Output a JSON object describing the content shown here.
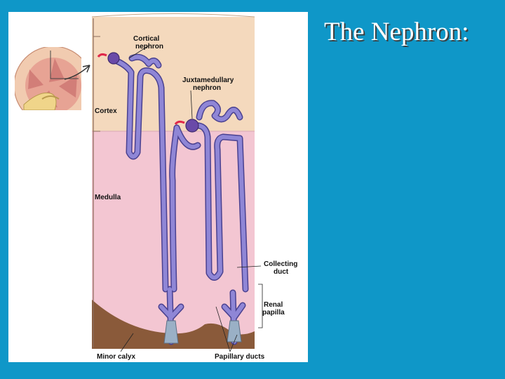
{
  "slide": {
    "title": "The Nephron:"
  },
  "diagram": {
    "labels": {
      "cortical_nephron": [
        "Cortical",
        "nephron"
      ],
      "juxtamedullary_nephron": [
        "Juxtamedullary",
        "nephron"
      ],
      "cortex": "Cortex",
      "medulla": "Medulla",
      "collecting_duct": [
        "Collecting",
        "duct"
      ],
      "renal_papilla": [
        "Renal",
        "papilla"
      ],
      "minor_calyx": "Minor calyx",
      "papillary_ducts": "Papillary ducts"
    },
    "colors": {
      "background": "#0f97c8",
      "cortex": "#f4d9bd",
      "medulla": "#f3c6d2",
      "calyx": "#8a5a3a",
      "tubule": "#8f86d6",
      "tubule_edge": "#4a4190",
      "glomerulus": "#6a4aa8",
      "arteriole": "#e0284a",
      "papillary_duct": "#9ab0c6"
    }
  }
}
